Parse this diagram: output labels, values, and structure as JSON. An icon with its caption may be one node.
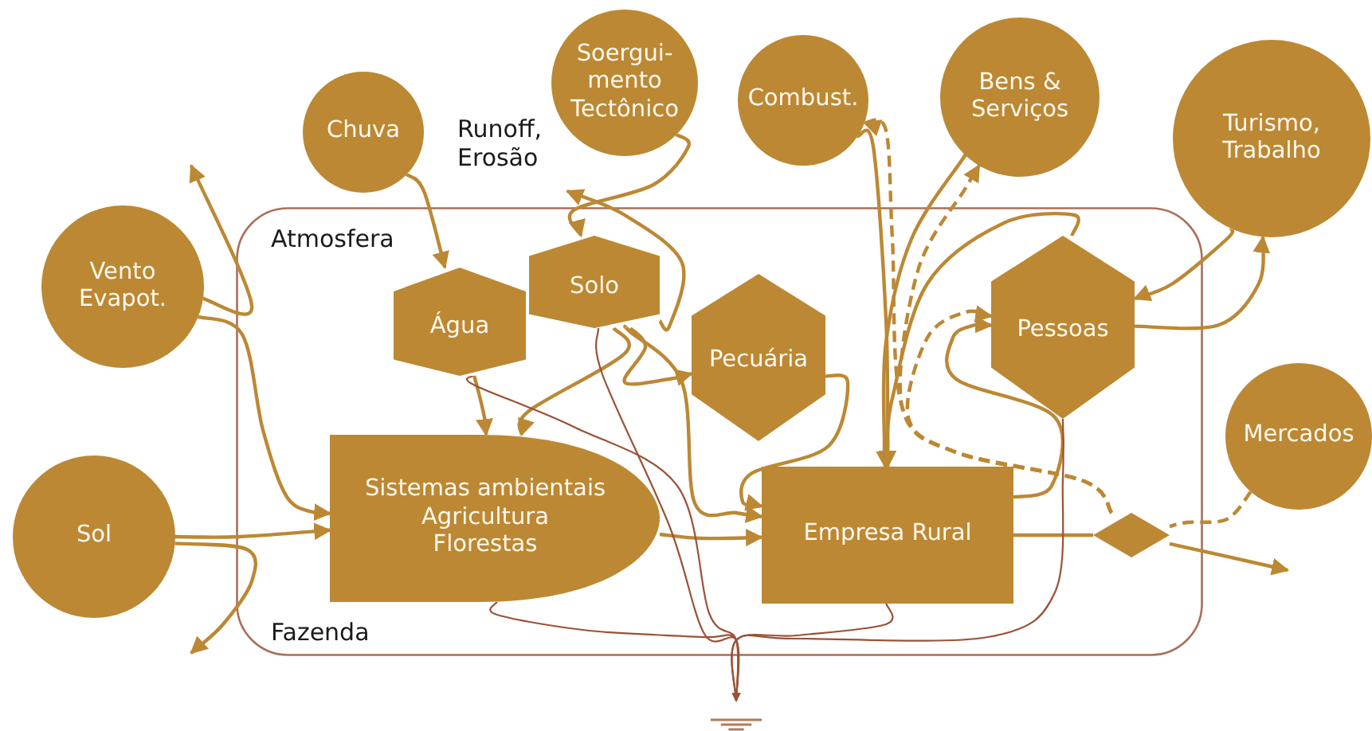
{
  "diagram": {
    "nodes": [
      {
        "text": [
          "Fazenda"
        ]
      },
      {
        "text": [
          "Chuva"
        ]
      },
      {
        "text": [
          "Soergui- mento Tectônico"
        ]
      },
      {
        "text": [
          "Combust."
        ]
      },
      {
        "text": [
          "Bens & Serviços"
        ]
      },
      {
        "text": [
          "Turismo, Trabalho"
        ]
      },
      {
        "text": [
          "Vento Evapot."
        ]
      },
      {
        "text": [
          "Sol"
        ]
      },
      {
        "text": [
          "Mercados"
        ]
      },
      {
        "text": [
          "Água"
        ],
        "in": 0
      },
      {
        "text": [
          "Solo"
        ],
        "in": 0
      },
      {
        "text": [
          "Pecuária"
        ],
        "in": 0
      },
      {
        "text": [
          "Pessoas"
        ],
        "in": 0
      },
      {
        "text": [
          "Sistemas ambientais",
          "Agricultura",
          "Florestas"
        ],
        "in": 0
      },
      {
        "text": [
          "Empresa Rural"
        ],
        "in": 0
      },
      {
        "text": [],
        "shape": "diamond",
        "in": 0
      },
      {
        "text": [],
        "shape": "ground"
      }
    ],
    "edges": [
      {
        "from": 1,
        "to": 9,
        "arrow": "to"
      },
      {
        "from": 2,
        "to": 10,
        "arrow": "to"
      },
      {
        "from": 10,
        "to": null,
        "arrow": "to"
      },
      {
        "from": 6,
        "to": null,
        "arrow": "to"
      },
      {
        "from": 6,
        "to": 13,
        "arrow": "to"
      },
      {
        "from": 7,
        "to": 13,
        "arrow": "to"
      },
      {
        "from": 7,
        "to": null,
        "arrow": "to"
      },
      {
        "from": 9,
        "to": 13,
        "arrow": "to"
      },
      {
        "from": 10,
        "to": 13,
        "arrow": "to"
      },
      {
        "from": 10,
        "to": 11,
        "arrow": "to"
      },
      {
        "from": 10,
        "to": 14,
        "arrow": "to"
      },
      {
        "from": 13,
        "to": 14,
        "arrow": "to"
      },
      {
        "from": 11,
        "to": 14,
        "arrow": "to"
      },
      {
        "from": 3,
        "to": 14,
        "arrow": "to"
      },
      {
        "from": 15,
        "to": 3,
        "arrow": "to",
        "style": "dashed"
      },
      {
        "from": 15,
        "to": 4,
        "arrow": "to",
        "style": "dashed"
      },
      {
        "from": 15,
        "to": 12,
        "arrow": "to",
        "style": "dashed"
      },
      {
        "from": 4,
        "to": 14,
        "arrow": "to"
      },
      {
        "from": 12,
        "to": 14,
        "arrow": "to"
      },
      {
        "from": 14,
        "to": 12,
        "arrow": "to"
      },
      {
        "from": 5,
        "to": 12,
        "arrow": "to"
      },
      {
        "from": 12,
        "to": 5,
        "arrow": "to"
      },
      {
        "from": 14,
        "to": 15,
        "arrow": "none"
      },
      {
        "from": 15,
        "to": null,
        "arrow": "to"
      },
      {
        "from": 8,
        "to": 15,
        "arrow": "none",
        "style": "dashed"
      },
      {
        "from": 9,
        "to": 16,
        "arrow": "to",
        "color": "#9a5236"
      },
      {
        "from": 10,
        "to": 16,
        "arrow": "to",
        "color": "#9a5236"
      },
      {
        "from": 13,
        "to": 16,
        "arrow": "to",
        "color": "#9a5236"
      },
      {
        "from": 14,
        "to": 16,
        "arrow": "to",
        "color": "#9a5236"
      },
      {
        "from": 12,
        "to": 16,
        "arrow": "to",
        "color": "#9a5236"
      }
    ],
    "labels": [
      "Atmosfera",
      "Runoff, Erosão"
    ]
  }
}
